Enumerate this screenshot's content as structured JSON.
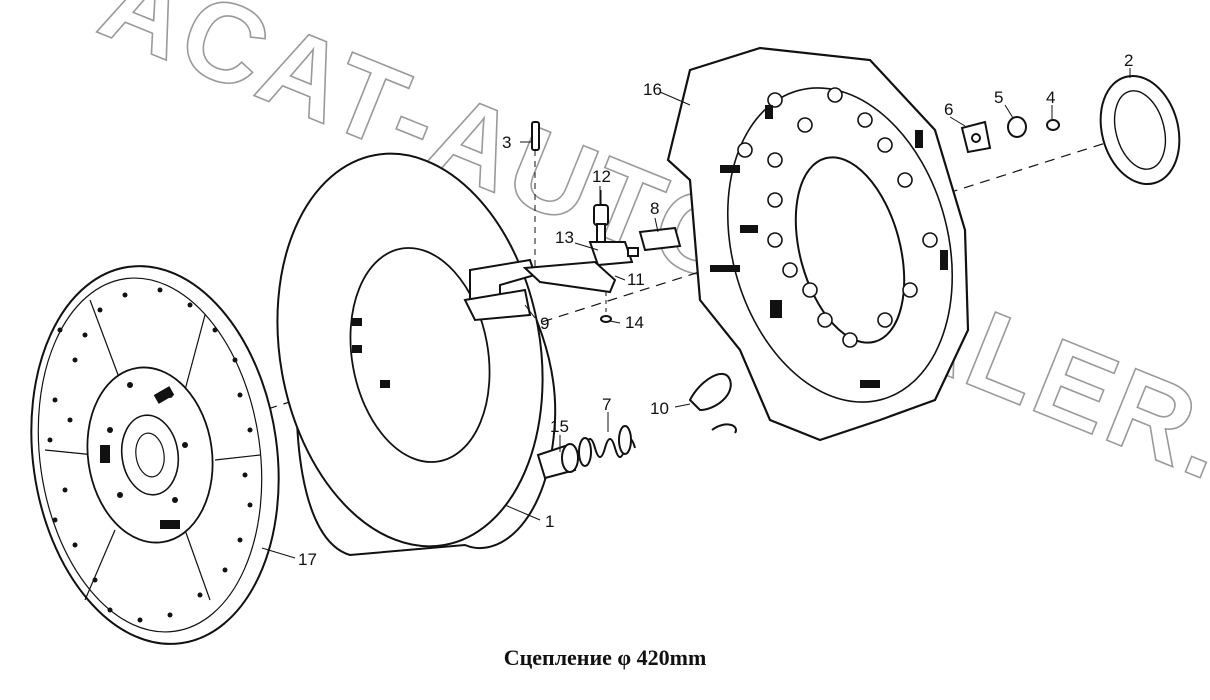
{
  "diagram": {
    "caption": "Сцепление φ 420mm",
    "watermark": "ACAT-AUTODEALER.RU",
    "part_labels": {
      "p1": "1",
      "p2": "2",
      "p3": "3",
      "p4": "4",
      "p5": "5",
      "p6": "6",
      "p7": "7",
      "p8": "8",
      "p9": "9",
      "p10": "10",
      "p11": "11",
      "p12": "12",
      "p13": "13",
      "p14": "14",
      "p15": "15",
      "p16": "16",
      "p17": "17"
    }
  }
}
